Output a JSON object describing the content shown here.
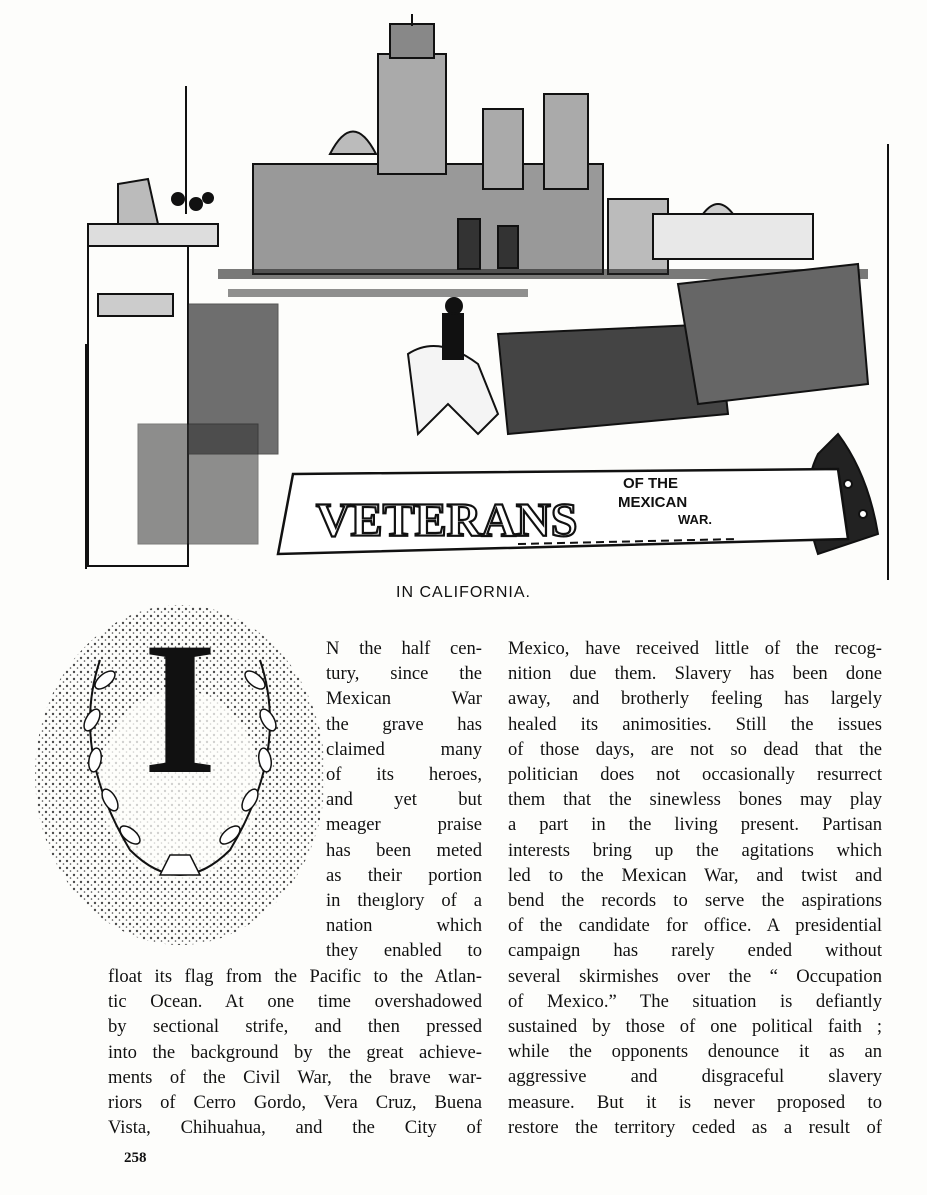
{
  "header": {
    "banner_word": "VETERANS",
    "banner_of_the": "OF THE",
    "banner_mexican": "MEXICAN",
    "banner_war": "WAR."
  },
  "subtitle": "IN CALIFORNIA.",
  "drop_cap_letter": "I",
  "left_column": {
    "narrow_lines": [
      "N the half cen-",
      "tury, since the",
      "Mexican War",
      "the grave has",
      "claimed many",
      "of its heroes,",
      "and yet but",
      "meager praise",
      "has been meted",
      "as their portion",
      "in theıglory of a",
      "nation which",
      "they enabled to"
    ],
    "wide_lines": [
      "float its flag from the Pacific to the Atlan-",
      "tic Ocean. At one time overshadowed",
      "by sectional strife, and then pressed",
      "into the background by the great achieve-",
      "ments of the Civil War, the brave war-",
      "riors of Cerro Gordo, Vera Cruz, Buena",
      "Vista, Chihuahua, and the City of"
    ]
  },
  "right_column": {
    "lines": [
      "Mexico, have received little of the recog-",
      "nition due them. Slavery has been done",
      "away, and brotherly feeling has largely",
      "healed its animosities. Still the issues",
      "of those days, are not so dead that the",
      "politician does not occasionally resurrect",
      "them that the sinewless bones may play",
      "a part in the living present. Partisan",
      "interests bring up the agitations which",
      "led to the Mexican War, and twist and",
      "bend the records to serve the aspirations",
      "of the candidate for office. A presidential",
      "campaign has rarely ended without",
      "several skirmishes over the “ Occupation",
      "of Mexico.” The situation is defiantly",
      "sustained by those of one political faith ;",
      "while the opponents denounce it as an",
      "aggressive and disgraceful slavery",
      "measure. But it is never proposed to",
      "restore the territory ceded as a result of"
    ]
  },
  "page_number": "258",
  "colors": {
    "ink": "#111111",
    "paper": "#fdfdfb"
  }
}
